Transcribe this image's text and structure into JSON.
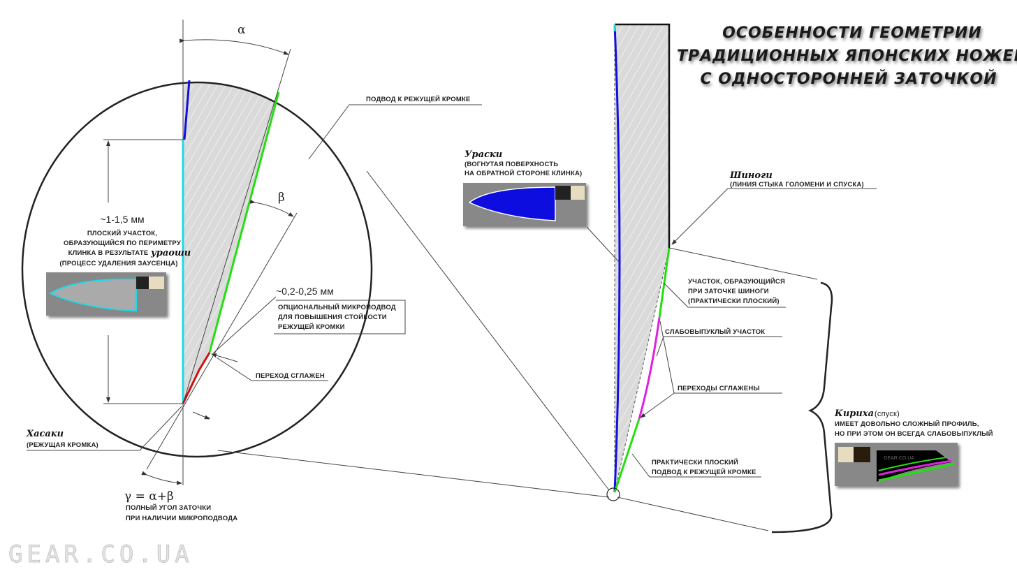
{
  "title": {
    "line1": "ОСОБЕННОСТИ ГЕОМЕТРИИ",
    "line2": "ТРАДИЦИОННЫХ ЯПОНСКИХ НОЖЕЙ",
    "line3": "С ОДНОСТОРОННЕЙ ЗАТОЧКОЙ"
  },
  "left": {
    "alpha": "α",
    "beta": "β",
    "approach": "ПОДВОД К РЕЖУЩЕЙ КРОМКЕ",
    "flat_size": "~1-1,5 мм",
    "flat_desc1": "ПЛОСКИЙ УЧАСТОК,",
    "flat_desc2": "ОБРАЗУЮЩИЙСЯ ПО ПЕРИМЕТРУ",
    "flat_desc3": "КЛИНКА В РЕЗУЛЬТАТЕ",
    "uraoshi": "ураоши",
    "flat_desc4": "(ПРОЦЕСС УДАЛЕНИЯ ЗАУСЕНЦА)",
    "micro_size": "~0,2-0,25 мм",
    "micro1": "ОПЦИОНАЛЬНЫЙ МИКРОПОДВОД",
    "micro2": "ДЛЯ ПОВЫШЕНИЯ СТОЙКОСТИ",
    "micro3": "РЕЖУЩЕЙ КРОМКИ",
    "smooth": "ПЕРЕХОД СГЛАЖЕН",
    "hasaki": "Хасаки",
    "hasaki_desc": "(РЕЖУЩАЯ КРОМКА)",
    "gamma": "γ = α+β",
    "gamma1": "ПОЛНЫЙ УГОЛ ЗАТОЧКИ",
    "gamma2": "ПРИ НАЛИЧИИ МИКРОПОДВОДА"
  },
  "right": {
    "urasuki": "Ураски",
    "urasuki1": "(ВОГНУТАЯ ПОВЕРХНОСТЬ",
    "urasuki2": "НА ОБРАТНОЙ СТОРОНЕ КЛИНКА)",
    "shinogi": "Шиноги",
    "shinogi_desc": "(ЛИНИЯ СТЫКА ГОЛОМЕНИ И СПУСКА)",
    "zone1": "УЧАСТОК, ОБРАЗУЮЩИЙСЯ",
    "zone2": "ПРИ ЗАТОЧКЕ ШИНОГИ",
    "zone3": "(ПРАКТИЧЕСКИ ПЛОСКИЙ)",
    "convex": "СЛАБОВЫПУКЛЫЙ УЧАСТОК",
    "transitions": "ПЕРЕХОДЫ СГЛАЖЕНЫ",
    "flat1": "ПРАКТИЧЕСКИ ПЛОСКИЙ",
    "flat2": "ПОДВОД К РЕЖУЩЕЙ КРОМКЕ",
    "kiriha": "Кириха",
    "kiriha_paren": "(спуск)",
    "kiriha1": "ИМЕЕТ ДОВОЛЬНО СЛОЖНЫЙ ПРОФИЛЬ,",
    "kiriha2": "НО ПРИ ЭТОМ ОН ВСЕГДА СЛАБОВЫПУКЛЫЙ",
    "knife_mark": "GEAR.CO.UA"
  },
  "watermark": "GEAR.CO.UA",
  "colors": {
    "blue": "#1010e0",
    "cyan": "#20d8e8",
    "green": "#22e010",
    "red": "#d01010",
    "magenta": "#e020e0",
    "steel": "#dcdcdc"
  }
}
